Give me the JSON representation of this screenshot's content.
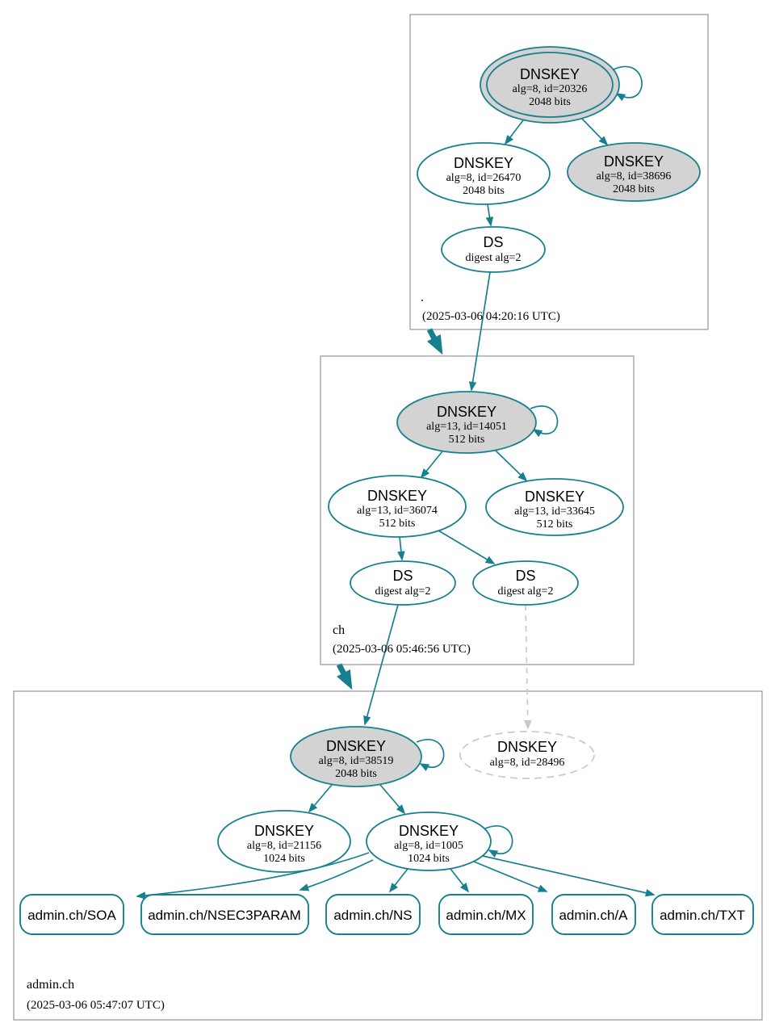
{
  "diagram": {
    "type": "dnssec-authentication-chain-graph",
    "colors": {
      "secure": "#17808f",
      "sep_key_fill": "#d3d3d3",
      "missing_gray": "#c9c9c9",
      "zone_border": "#7f7f7f"
    },
    "zones": [
      {
        "id": "root",
        "name": ".",
        "timestamp": "(2025-03-06 04:20:16 UTC)",
        "nodes": {
          "ksk": {
            "title": "DNSKEY",
            "detail": "alg=8, id=20326",
            "bits": "2048 bits"
          },
          "zsk": {
            "title": "DNSKEY",
            "detail": "alg=8, id=26470",
            "bits": "2048 bits"
          },
          "key_38696": {
            "title": "DNSKEY",
            "detail": "alg=8, id=38696",
            "bits": "2048 bits"
          },
          "ds": {
            "title": "DS",
            "detail": "digest alg=2"
          }
        }
      },
      {
        "id": "ch",
        "name": "ch",
        "timestamp": "(2025-03-06 05:46:56 UTC)",
        "nodes": {
          "ksk": {
            "title": "DNSKEY",
            "detail": "alg=13, id=14051",
            "bits": "512 bits"
          },
          "zsk": {
            "title": "DNSKEY",
            "detail": "alg=13, id=36074",
            "bits": "512 bits"
          },
          "key_33645": {
            "title": "DNSKEY",
            "detail": "alg=13, id=33645",
            "bits": "512 bits"
          },
          "ds_left": {
            "title": "DS",
            "detail": "digest alg=2"
          },
          "ds_right": {
            "title": "DS",
            "detail": "digest alg=2"
          }
        }
      },
      {
        "id": "admin.ch",
        "name": "admin.ch",
        "timestamp": "(2025-03-06 05:47:07 UTC)",
        "nodes": {
          "ksk": {
            "title": "DNSKEY",
            "detail": "alg=8, id=38519",
            "bits": "2048 bits"
          },
          "missing_key": {
            "title": "DNSKEY",
            "detail": "alg=8, id=28496"
          },
          "key_21156": {
            "title": "DNSKEY",
            "detail": "alg=8, id=21156",
            "bits": "1024 bits"
          },
          "zsk": {
            "title": "DNSKEY",
            "detail": "alg=8, id=1005",
            "bits": "1024 bits"
          }
        },
        "rrsets": [
          {
            "label": "admin.ch/SOA"
          },
          {
            "label": "admin.ch/NSEC3PARAM"
          },
          {
            "label": "admin.ch/NS"
          },
          {
            "label": "admin.ch/MX"
          },
          {
            "label": "admin.ch/A"
          },
          {
            "label": "admin.ch/TXT"
          }
        ]
      }
    ]
  }
}
